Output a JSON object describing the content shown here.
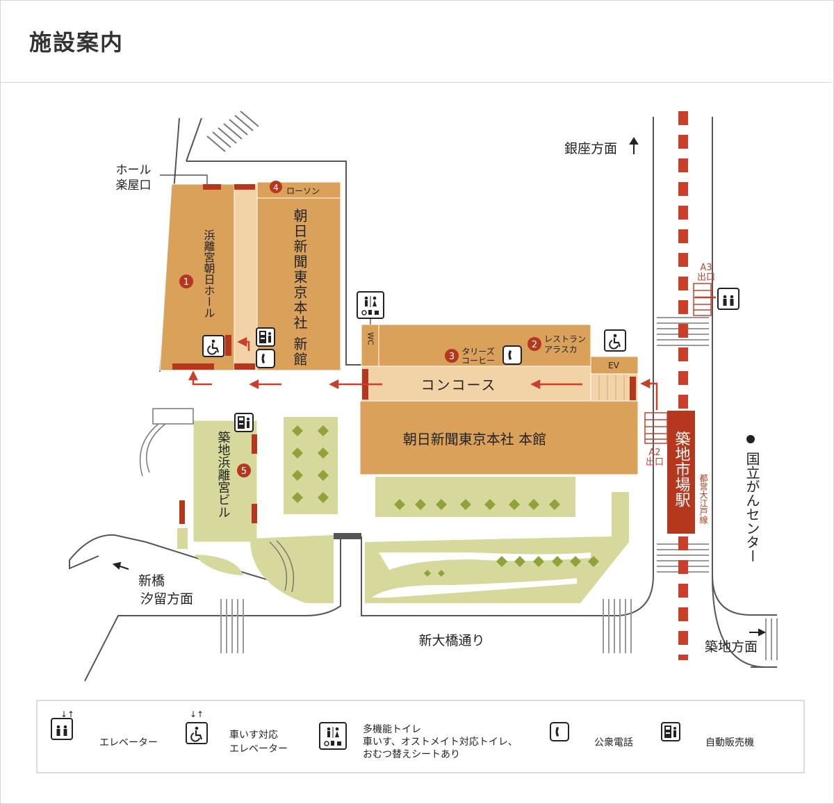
{
  "page_title": "施設案内",
  "colors": {
    "building": "#d9a15a",
    "corridor": "#f2d3a8",
    "green": "#d6d99b",
    "accent": "#b5371d",
    "line": "#555555"
  },
  "map": {
    "directions": {
      "ginza": "銀座方面",
      "shinbashi_1": "新橋",
      "shinbashi_2": "汐留方面",
      "tsukiji": "築地方面"
    },
    "road": "新大橋通り",
    "hall_entrance_1": "ホール",
    "hall_entrance_2": "楽屋口",
    "hall_name": "浜離宮朝日ホール",
    "new_building": "朝日新聞東京本社 新館",
    "main_building": "朝日新聞東京本社 本館",
    "concourse": "コンコース",
    "wc": "WC",
    "ev": "EV",
    "tsukiji_hamarikyu_bldg": "築地浜離宮ビル",
    "station": "築地市場駅",
    "subway_line": "都営大江戸線",
    "exit_a3_1": "A3",
    "exit_a3_2": "出口",
    "exit_a2_1": "A2",
    "exit_a2_2": "出口",
    "cancer_center": "国立がんセンター",
    "lawson": "ローソン",
    "restaurant_1": "レストラン",
    "restaurant_2": "アラスカ",
    "tullys_1": "タリーズ",
    "tullys_2": "コーヒー",
    "num1": "1",
    "num2": "2",
    "num3": "3",
    "num4": "4",
    "num5": "5"
  },
  "legend": {
    "elevator": "エレベーター",
    "wheelchair_1": "車いす対応",
    "wheelchair_2": "エレベーター",
    "toilet_1": "多機能トイレ",
    "toilet_2": "車いす、オストメイト対応トイレ、",
    "toilet_3": "おむつ替えシートあり",
    "phone": "公衆電話",
    "vending": "自動販売機"
  }
}
